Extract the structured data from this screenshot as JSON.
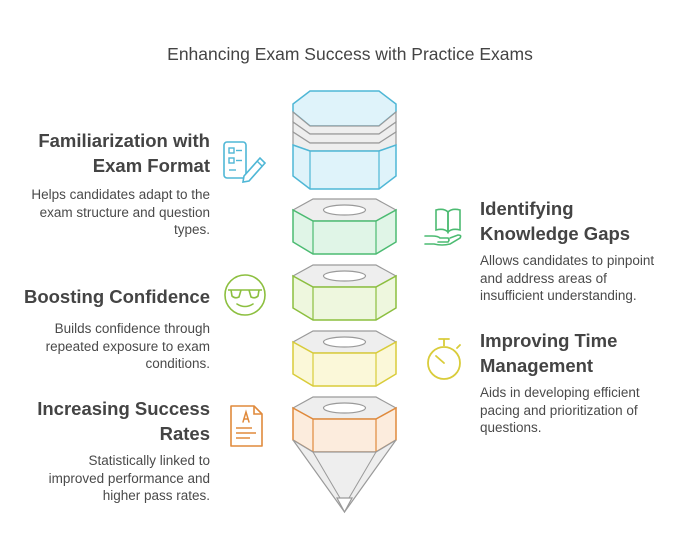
{
  "title": "Enhancing Exam Success with Practice Exams",
  "items": [
    {
      "heading": [
        "Familiarization with",
        "Exam Format"
      ],
      "description": [
        "Helps candidates adapt to the",
        "exam structure and question",
        "types."
      ],
      "color": "#4fb7d6",
      "fill": "#dff3fa",
      "icon": "checklist-pencil-icon",
      "side": "left"
    },
    {
      "heading": [
        "Identifying",
        "Knowledge Gaps"
      ],
      "description": [
        "Allows candidates to pinpoint",
        "and address areas of",
        "insufficient understanding."
      ],
      "color": "#4cbb72",
      "fill": "#e0f5e7",
      "icon": "book-hand-icon",
      "side": "right"
    },
    {
      "heading": [
        "Boosting Confidence"
      ],
      "description": [
        "Builds confidence through",
        "repeated exposure to exam",
        "conditions."
      ],
      "color": "#8cbf3f",
      "fill": "#eef7de",
      "icon": "sunglasses-face-icon",
      "side": "left"
    },
    {
      "heading": [
        "Improving Time",
        "Management"
      ],
      "description": [
        "Aids in developing efficient",
        "pacing and prioritization of",
        "questions."
      ],
      "color": "#d9cc3a",
      "fill": "#fbf8d9",
      "icon": "stopwatch-icon",
      "side": "right"
    },
    {
      "heading": [
        "Increasing Success",
        "Rates"
      ],
      "description": [
        "Statistically linked to",
        "improved performance and",
        "higher pass rates."
      ],
      "color": "#e08a3c",
      "fill": "#fcecdd",
      "icon": "graded-paper-icon",
      "side": "left"
    }
  ]
}
